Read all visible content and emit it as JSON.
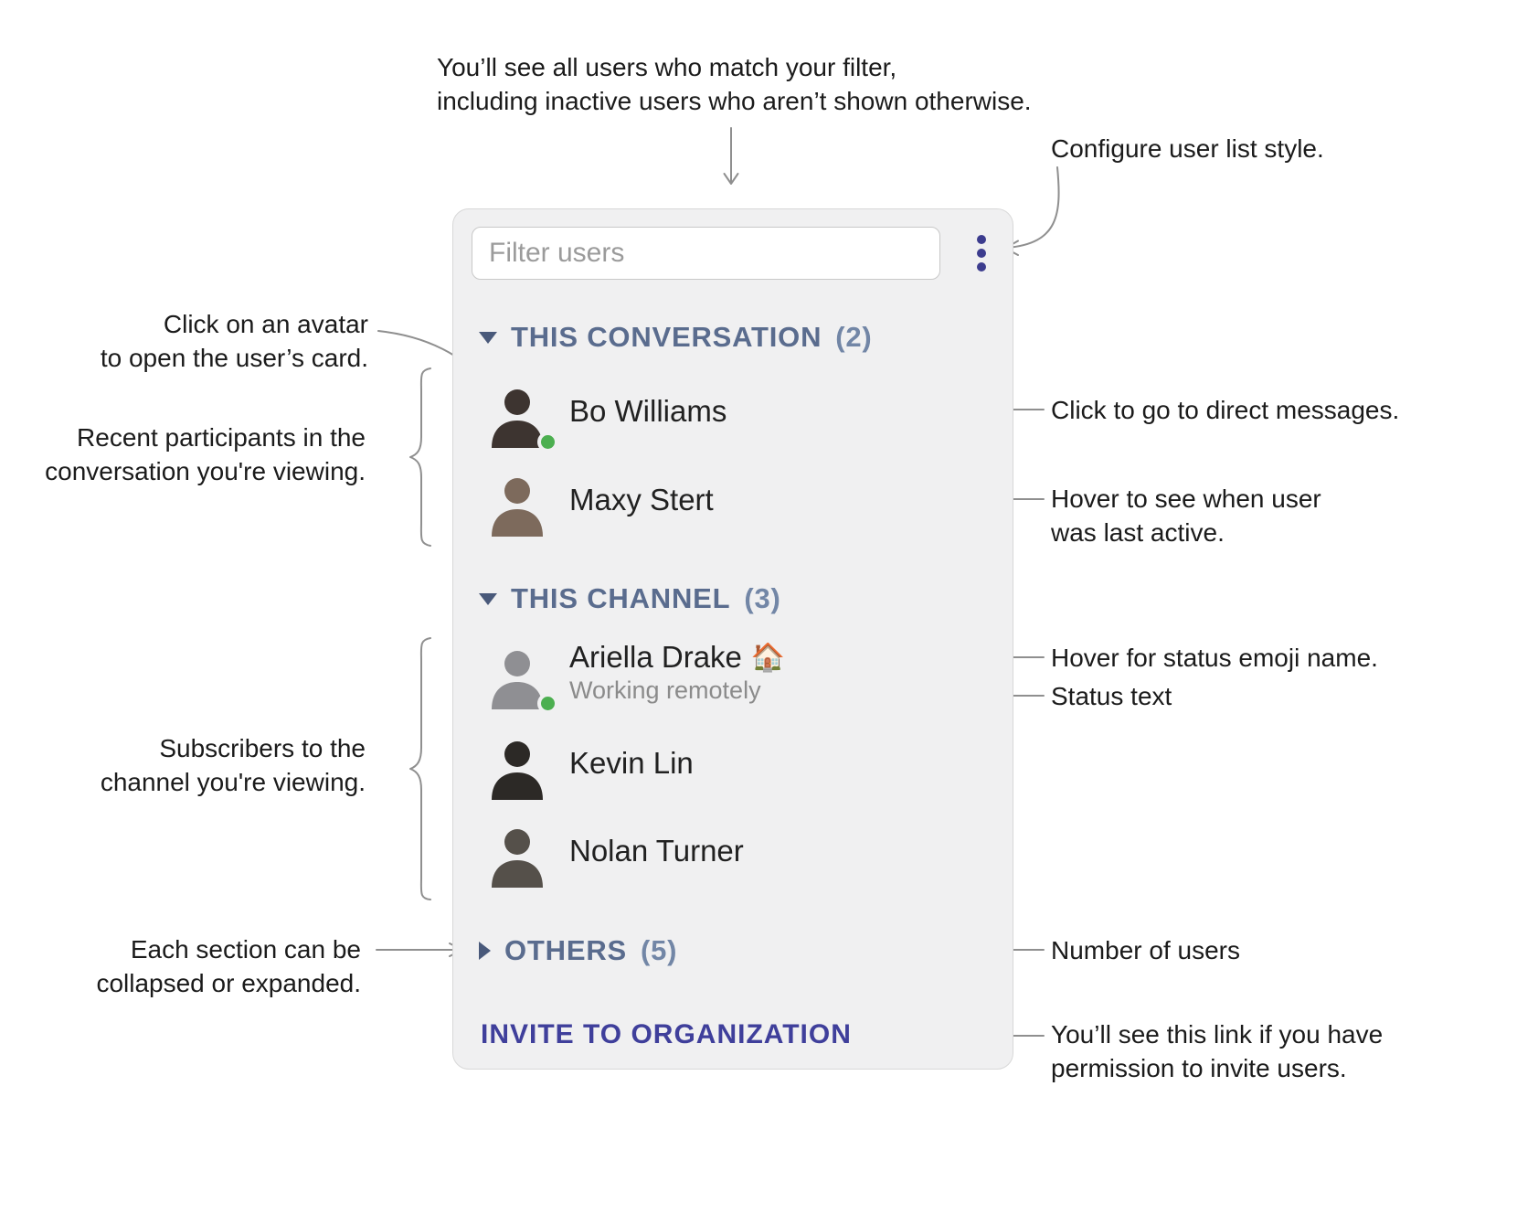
{
  "panel": {
    "filter": {
      "placeholder": "Filter users"
    },
    "menu": {
      "icon": "vertical-ellipsis"
    },
    "sections": [
      {
        "label": "THIS CONVERSATION",
        "count": "(2)",
        "state": "expanded",
        "users": [
          {
            "name": "Bo Williams",
            "online": true
          },
          {
            "name": "Maxy Stert",
            "online": false
          }
        ]
      },
      {
        "label": "THIS CHANNEL",
        "count": "(3)",
        "state": "expanded",
        "users": [
          {
            "name": "Ariella Drake",
            "status_emoji": "🏠",
            "status_text": "Working remotely",
            "online": true
          },
          {
            "name": "Kevin Lin",
            "online": false
          },
          {
            "name": "Nolan Turner",
            "online": false
          }
        ]
      },
      {
        "label": "OTHERS",
        "count": "(5)",
        "state": "collapsed",
        "users": []
      }
    ],
    "invite_link": "INVITE TO ORGANIZATION"
  },
  "annotations": {
    "filter_note": "You’ll see all users who match your filter,\nincluding inactive users who aren’t shown otherwise.",
    "configure": "Configure user list style.",
    "avatar_click": "Click on an avatar\nto open the user’s card.",
    "recent_participants": "Recent participants in the\nconversation you're viewing.",
    "direct_messages": "Click to go to direct messages.",
    "last_active": "Hover to see when user\nwas last active.",
    "status_emoji": "Hover for status emoji name.",
    "status_text": "Status text",
    "subscribers": "Subscribers to the\nchannel you're viewing.",
    "collapse": "Each section can be\ncollapsed or expanded.",
    "user_count": "Number of users",
    "invite_permission": "You’ll see this link if you have\npermission to invite users."
  },
  "colors": {
    "accent_indigo": "#3c3c8e",
    "section_header": "#5a6c8e",
    "presence_green": "#4caf50"
  }
}
